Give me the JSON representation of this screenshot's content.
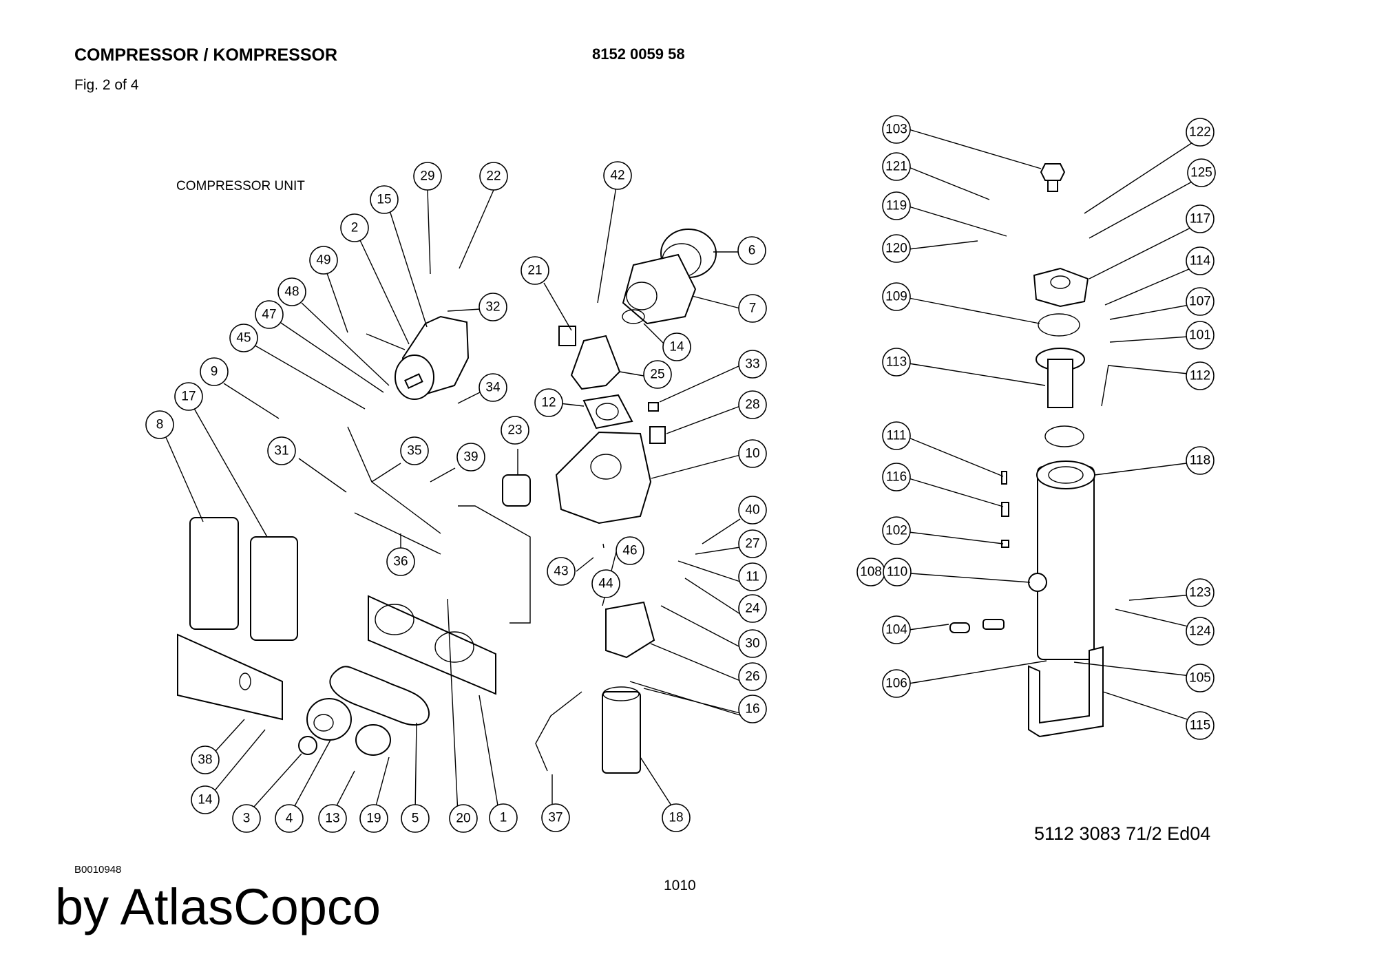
{
  "header": {
    "title": "COMPRESSOR / KOMPRESSOR",
    "part_number": "8152 0059 58",
    "figure": "Fig. 2 of 4"
  },
  "section_label": "COMPRESSOR UNIT",
  "footer": {
    "document_ref": "5112 3083 71/2  Ed04",
    "drawing_number": "B0010948",
    "page_number": "1010",
    "brand": "by AtlasCopco"
  },
  "callouts": {
    "left_assembly": [
      "1",
      "2",
      "3",
      "4",
      "5",
      "6",
      "7",
      "8",
      "9",
      "10",
      "11",
      "12",
      "13",
      "14",
      "14",
      "15",
      "16",
      "17",
      "18",
      "19",
      "20",
      "21",
      "22",
      "23",
      "24",
      "25",
      "26",
      "27",
      "28",
      "29",
      "30",
      "31",
      "32",
      "33",
      "34",
      "35",
      "36",
      "37",
      "38",
      "39",
      "40",
      "42",
      "43",
      "44",
      "45",
      "46",
      "47",
      "48",
      "49"
    ],
    "right_assembly": [
      "101",
      "102",
      "103",
      "104",
      "105",
      "106",
      "107",
      "108",
      "109",
      "110",
      "111",
      "112",
      "113",
      "114",
      "115",
      "116",
      "117",
      "118",
      "119",
      "120",
      "121",
      "122",
      "123",
      "124",
      "125"
    ]
  },
  "callout_labels": {
    "c1": "1",
    "c2": "2",
    "c3": "3",
    "c4": "4",
    "c5": "5",
    "c6": "6",
    "c7": "7",
    "c8": "8",
    "c9": "9",
    "c10": "10",
    "c11": "11",
    "c12": "12",
    "c13": "13",
    "c14a": "14",
    "c14b": "14",
    "c15": "15",
    "c16": "16",
    "c17": "17",
    "c18": "18",
    "c19": "19",
    "c20": "20",
    "c21": "21",
    "c22": "22",
    "c23": "23",
    "c24": "24",
    "c25": "25",
    "c26": "26",
    "c27": "27",
    "c28": "28",
    "c29": "29",
    "c30": "30",
    "c31": "31",
    "c32": "32",
    "c33": "33",
    "c34": "34",
    "c35": "35",
    "c36": "36",
    "c37": "37",
    "c38": "38",
    "c39": "39",
    "c40": "40",
    "c42": "42",
    "c43": "43",
    "c44": "44",
    "c45": "45",
    "c46": "46",
    "c47": "47",
    "c48": "48",
    "c49": "49",
    "c101": "101",
    "c102": "102",
    "c103": "103",
    "c104": "104",
    "c105": "105",
    "c106": "106",
    "c107": "107",
    "c108": "108",
    "c109": "109",
    "c110": "110",
    "c111": "111",
    "c112": "112",
    "c113": "113",
    "c114": "114",
    "c115": "115",
    "c116": "116",
    "c117": "117",
    "c118": "118",
    "c119": "119",
    "c120": "120",
    "c121": "121",
    "c122": "122",
    "c123": "123",
    "c124": "124",
    "c125": "125"
  }
}
